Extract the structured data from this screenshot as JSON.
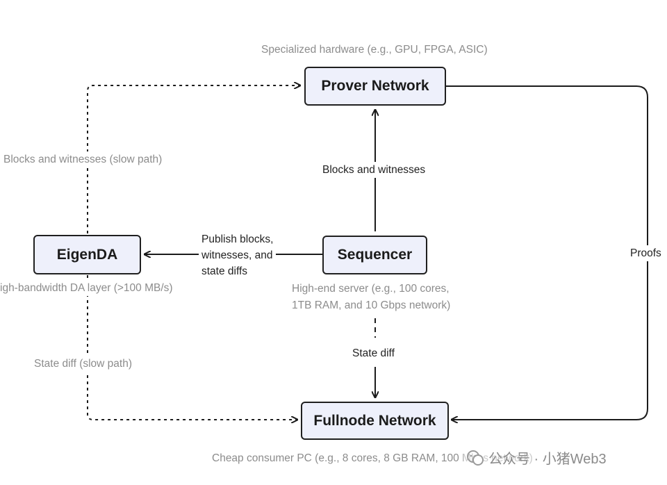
{
  "nodes": {
    "prover": "Prover Network",
    "sequencer": "Sequencer",
    "eigenda": "EigenDA",
    "fullnode": "Fullnode Network"
  },
  "annotations": {
    "prover_hw": "Specialized hardware (e.g., GPU, FPGA, ASIC)",
    "sequencer_hw": [
      "High-end server (e.g., 100 cores,",
      "1TB RAM, and 10 Gbps network)"
    ],
    "eigenda_layer": "igh-bandwidth DA layer (>100 MB/s)",
    "fullnode_hw": "Cheap consumer PC (e.g., 8 cores, 8 GB RAM, 100 Mbps network)"
  },
  "edges": {
    "blocks_witnesses": "Blocks and witnesses",
    "blocks_witnesses_slow": "Blocks and witnesses (slow path)",
    "publish": [
      "Publish blocks,",
      "witnesses, and",
      "state diffs"
    ],
    "state_diff": "State diff",
    "state_diff_slow": "State diff (slow path)",
    "proofs": "Proofs"
  },
  "watermark": "公众号 · 小猪Web3"
}
